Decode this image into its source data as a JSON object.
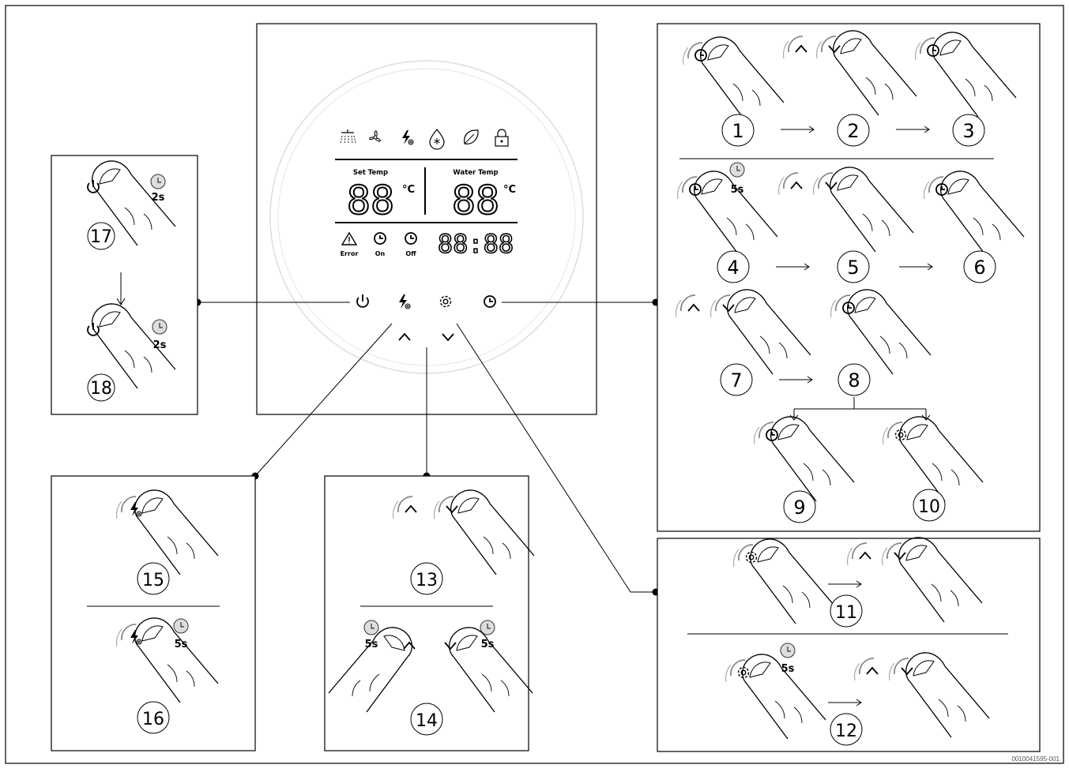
{
  "display": {
    "mode_icons": [
      "shower-icon",
      "fan-icon",
      "boost-icon",
      "antifreeze-drop-icon",
      "eco-leaf-icon",
      "lock-icon"
    ],
    "set_temp_label": "Set Temp",
    "water_temp_label": "Water Temp",
    "set_temp_value": "88",
    "water_temp_value": "88",
    "unit_left": "°C",
    "unit_right": "°C",
    "error_label": "Error",
    "on_label": "On",
    "off_label": "Off",
    "clock_value": "88:88"
  },
  "buttons": [
    "power-icon",
    "boost-icon",
    "settings-gear-icon",
    "clock-icon",
    "arrow-up-icon",
    "arrow-down-icon"
  ],
  "durations": {
    "two_sec": "2s",
    "five_sec": "5s"
  },
  "steps": {
    "s1": "1",
    "s2": "2",
    "s3": "3",
    "s4": "4",
    "s5": "5",
    "s6": "6",
    "s7": "7",
    "s8": "8",
    "s9": "9",
    "s10": "10",
    "s11": "11",
    "s12": "12",
    "s13": "13",
    "s14": "14",
    "s15": "15",
    "s16": "16",
    "s17": "17",
    "s18": "18"
  },
  "figure_id": "0010041595-001"
}
